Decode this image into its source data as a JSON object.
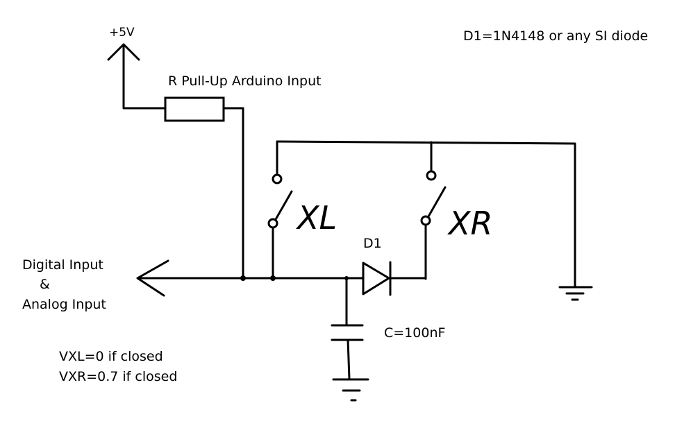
{
  "labels": {
    "supply": "+5V",
    "resistor": "R Pull-Up Arduino Input",
    "diode_note": "D1=1N4148 or any SI diode",
    "switch_left": "XL",
    "switch_right": "XR",
    "diode": "D1",
    "input_line1": "Digital Input",
    "input_line2": "&",
    "input_line3": "Analog Input",
    "capacitor": "C=100nF",
    "note_vxl": "VXL=0 if closed",
    "note_vxr": "VXR=0.7 if closed"
  }
}
